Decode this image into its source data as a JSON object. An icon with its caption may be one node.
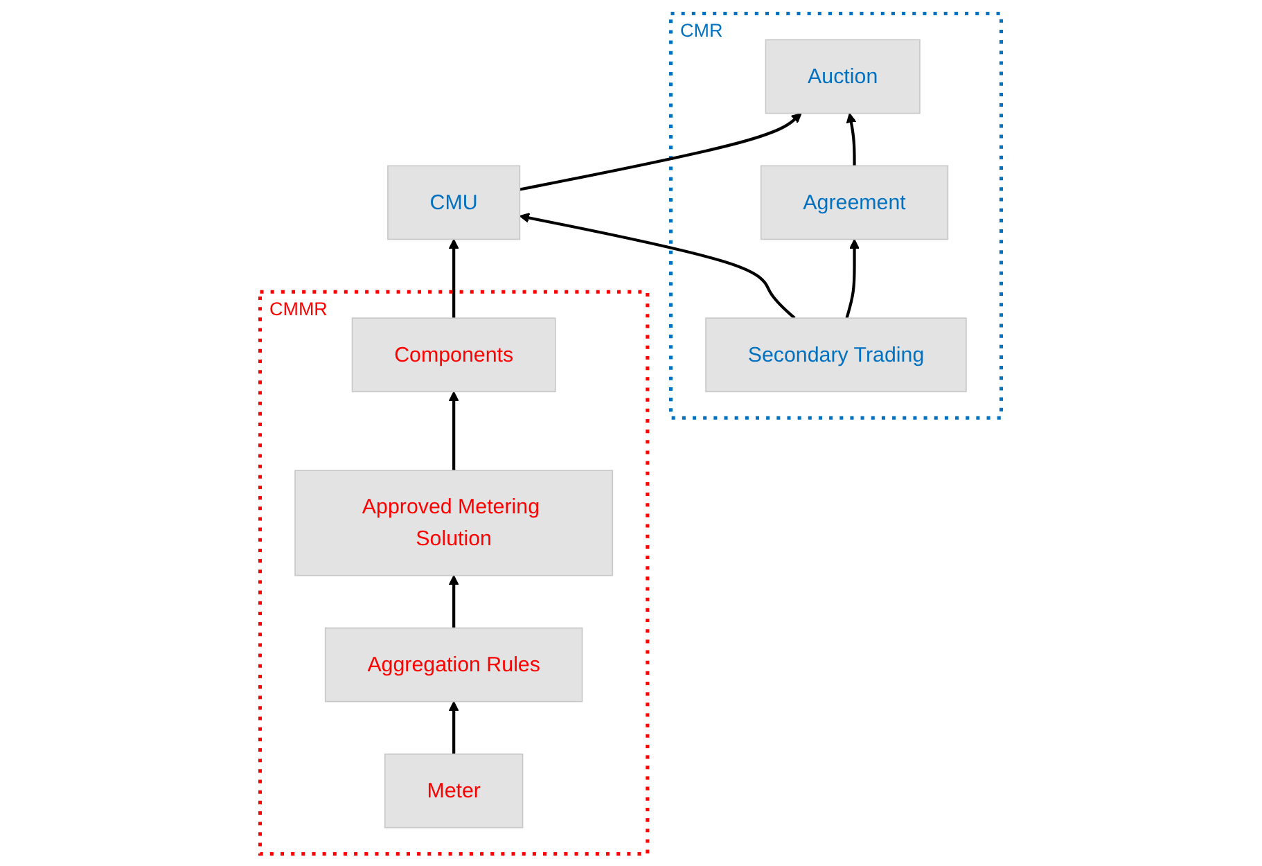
{
  "diagram": {
    "nodes": [
      {
        "text": [
          "CMMR"
        ]
      },
      {
        "text": [
          "Components"
        ],
        "in": 0
      },
      {
        "text": [
          "Approved Metering Solution"
        ],
        "in": 0
      },
      {
        "text": [
          "Aggregation Rules"
        ],
        "in": 0
      },
      {
        "text": [
          "Meter"
        ],
        "in": 0
      },
      {
        "text": [
          "CMR"
        ]
      },
      {
        "text": [
          "CMU"
        ]
      },
      {
        "text": [
          "Auction"
        ],
        "in": 5
      },
      {
        "text": [
          "Agreement"
        ],
        "in": 5
      },
      {
        "text": [
          "Secondary Trading"
        ],
        "in": 5
      }
    ],
    "edges": [
      {
        "from": 1,
        "to": 6,
        "arrow": "to"
      },
      {
        "from": 6,
        "to": 7,
        "arrow": "to"
      },
      {
        "from": 8,
        "to": 7,
        "arrow": "to"
      },
      {
        "from": 9,
        "to": 8,
        "arrow": "to"
      },
      {
        "from": 9,
        "to": 6,
        "arrow": "to"
      },
      {
        "from": 2,
        "to": 1,
        "arrow": "to"
      },
      {
        "from": 3,
        "to": 2,
        "arrow": "to"
      },
      {
        "from": 4,
        "to": 3,
        "arrow": "to"
      }
    ]
  }
}
